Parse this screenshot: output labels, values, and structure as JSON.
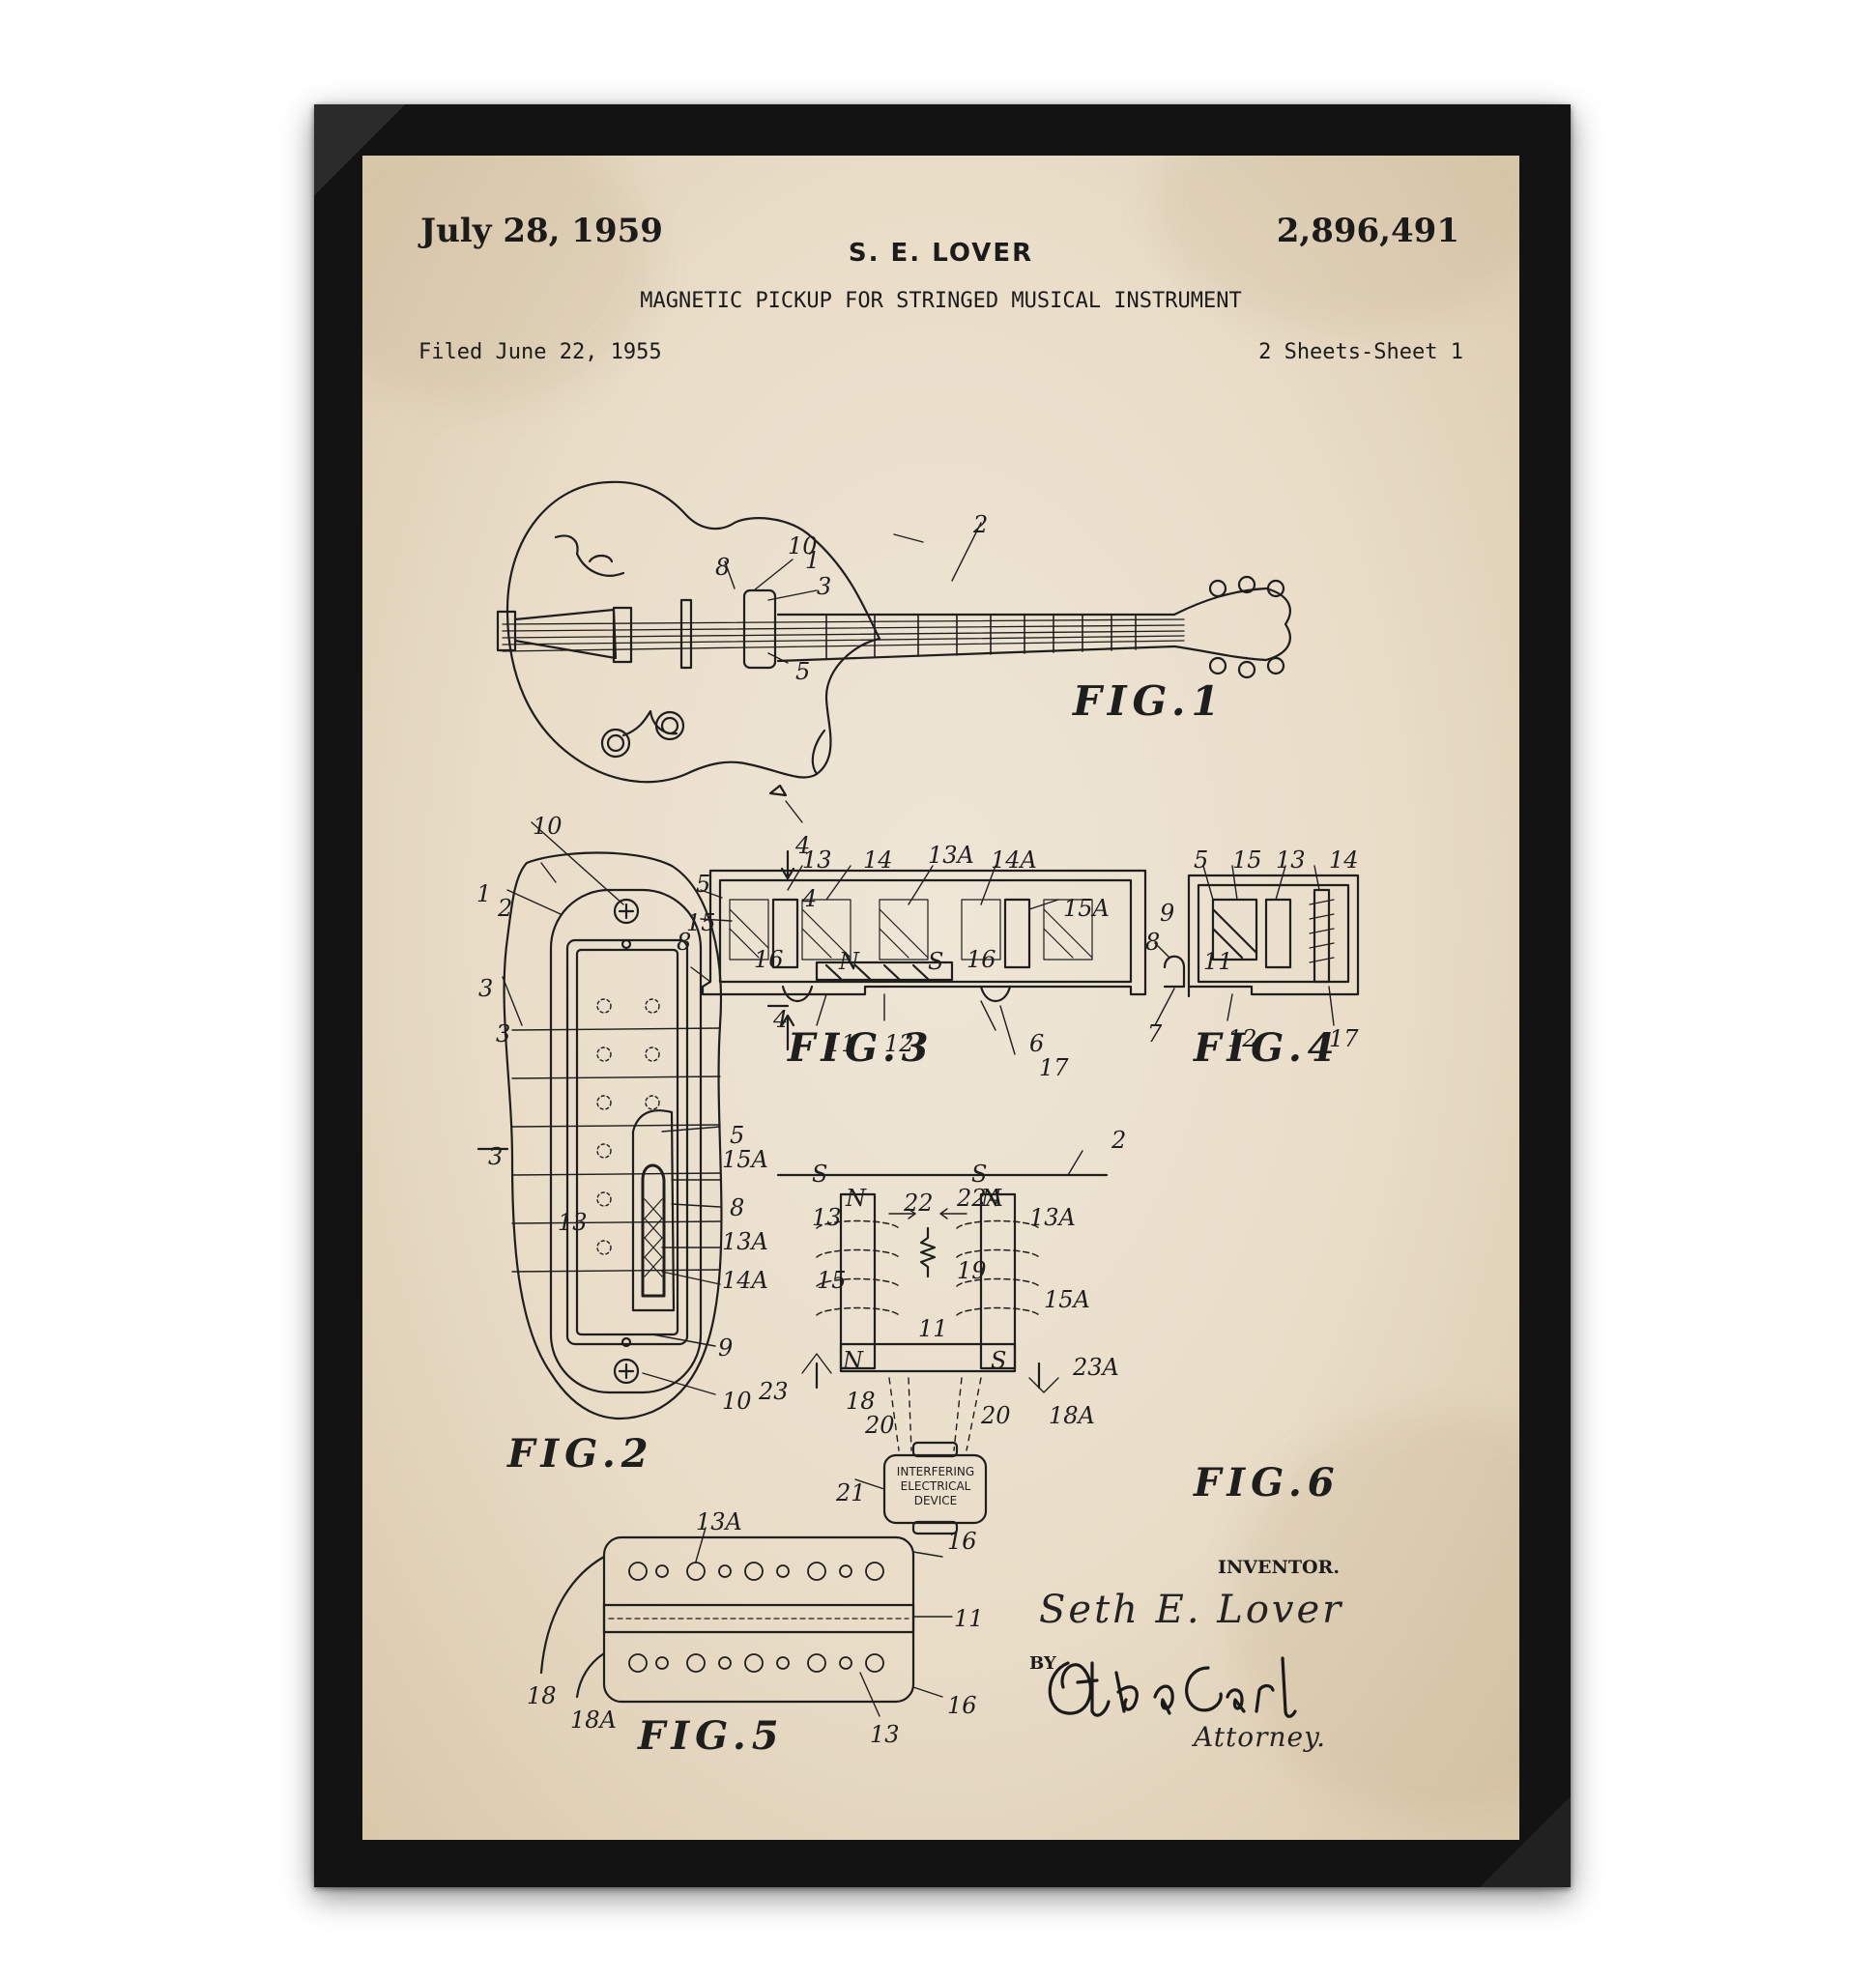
{
  "patent": {
    "date": "July 28, 1959",
    "inventor_header": "S. E. LOVER",
    "patent_number": "2,896,491",
    "title": "MAGNETIC PICKUP FOR STRINGED MUSICAL INSTRUMENT",
    "filed": "Filed June 22, 1955",
    "sheets": "2 Sheets-Sheet 1"
  },
  "figures": {
    "fig1": "FIG.1",
    "fig2": "FIG.2",
    "fig3": "FIG.3",
    "fig4": "FIG.4",
    "fig5": "FIG.5",
    "fig6": "FIG.6"
  },
  "fig1_labels": [
    "1",
    "2",
    "3",
    "4",
    "5",
    "8",
    "10"
  ],
  "fig2_labels": [
    "1",
    "2",
    "3",
    "3",
    "3",
    "5",
    "8",
    "9",
    "10",
    "10",
    "13",
    "13A",
    "14A",
    "15A"
  ],
  "fig3_labels": [
    "4",
    "4",
    "5",
    "6",
    "8",
    "11",
    "12",
    "13",
    "13A",
    "14",
    "14A",
    "15",
    "15A",
    "16",
    "16",
    "17",
    "N",
    "S"
  ],
  "fig4_labels": [
    "5",
    "7",
    "8",
    "9",
    "11",
    "12",
    "13",
    "14",
    "15",
    "17"
  ],
  "fig5_labels": [
    "11",
    "13",
    "13A",
    "16",
    "16",
    "18",
    "18A"
  ],
  "fig6_labels": [
    "2",
    "11",
    "13",
    "13A",
    "15",
    "15A",
    "18",
    "18A",
    "19",
    "20",
    "20",
    "21",
    "22",
    "22A",
    "23",
    "23A",
    "N",
    "S",
    "N",
    "S",
    "N",
    "S"
  ],
  "fig6_device": [
    "INTERFERING",
    "ELECTRICAL",
    "DEVICE"
  ],
  "signature_block": {
    "inventor_label": "INVENTOR.",
    "inventor_name": "Seth E. Lover",
    "by_label": "BY",
    "attorney_signature": "Otto A. Earl",
    "attorney_label": "Attorney."
  }
}
